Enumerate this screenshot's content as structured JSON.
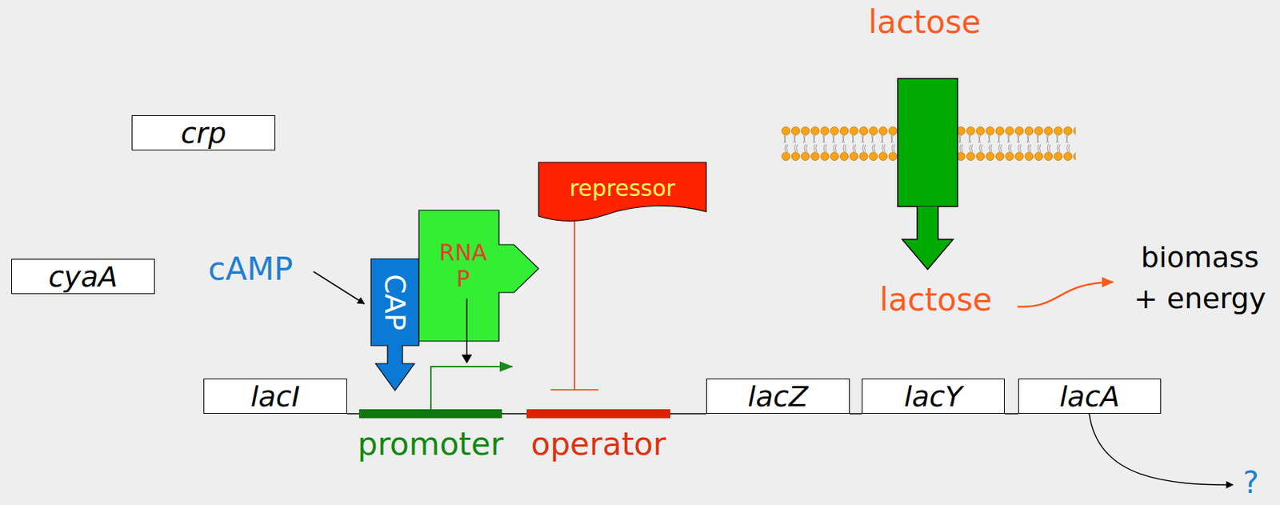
{
  "diagram": {
    "nodes": [
      {
        "text": [
          "crp"
        ]
      },
      {
        "text": [
          "repressor"
        ]
      },
      {
        "text": [
          "cyaA"
        ]
      },
      {
        "text": [
          "CAP"
        ]
      },
      {
        "text": [
          "RNA P"
        ]
      },
      {
        "text": [
          "lacI"
        ]
      },
      {
        "text": [
          "promoter"
        ]
      },
      {
        "text": [
          "operator"
        ]
      },
      {
        "text": [
          "lacZ"
        ]
      },
      {
        "text": [
          "lacY"
        ]
      },
      {
        "text": [
          "lacA"
        ]
      }
    ],
    "edges": [
      {
        "from": 1,
        "to": 7,
        "arrow": "to"
      }
    ],
    "labels": [
      "lactose",
      "lactose",
      "biomass + energy",
      "cAMP",
      "?"
    ]
  }
}
